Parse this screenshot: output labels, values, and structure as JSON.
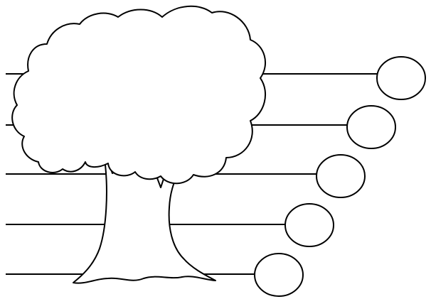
{
  "diagram": {
    "kind": "tree-graphic-organizer",
    "stroke_color": "#000000",
    "background_color": "#ffffff",
    "branch_rows": [
      {
        "id": "row-1",
        "label": ""
      },
      {
        "id": "row-2",
        "label": ""
      },
      {
        "id": "row-3",
        "label": ""
      },
      {
        "id": "row-4",
        "label": ""
      },
      {
        "id": "row-5",
        "label": ""
      }
    ]
  }
}
